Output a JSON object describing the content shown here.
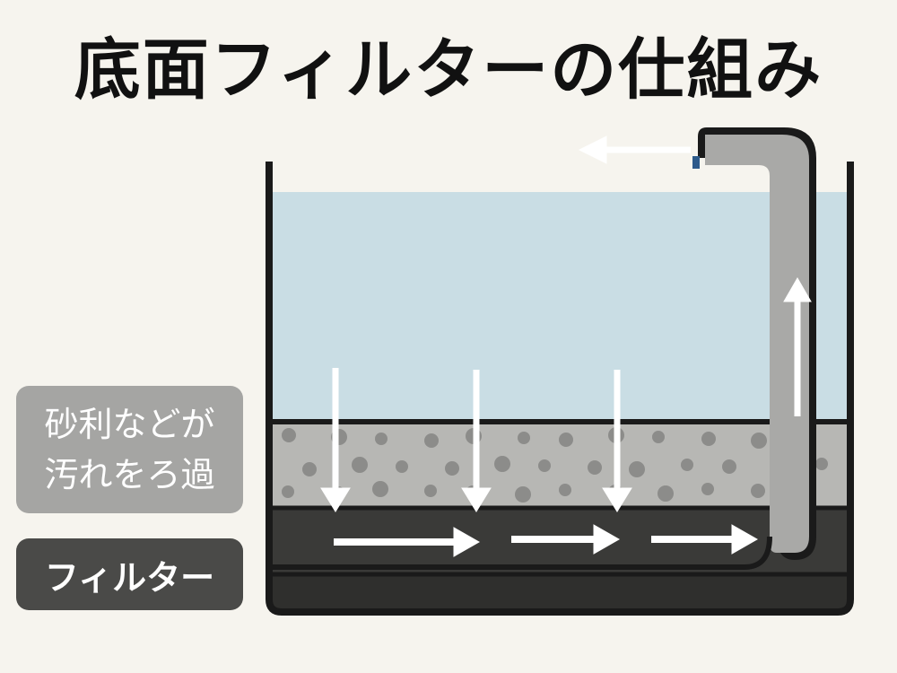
{
  "title": "底面フィルターの仕組み",
  "labels": {
    "gravel": [
      "砂利などが",
      "汚れをろ過"
    ],
    "filter": "フィルター"
  },
  "colors": {
    "background": "#f6f4ee",
    "water": "#c9dde4",
    "gravel": "#b7b7b4",
    "gravel_dots": "#8c8c8a",
    "filter_layer": "#3a3a38",
    "base": "#2f2f2d",
    "pipe": "#a9a9a7",
    "outline": "#1a1a1a",
    "arrow": "#ffffff",
    "label_gravel_bg": "#a5a5a3",
    "label_filter_bg": "#4a4a48"
  }
}
